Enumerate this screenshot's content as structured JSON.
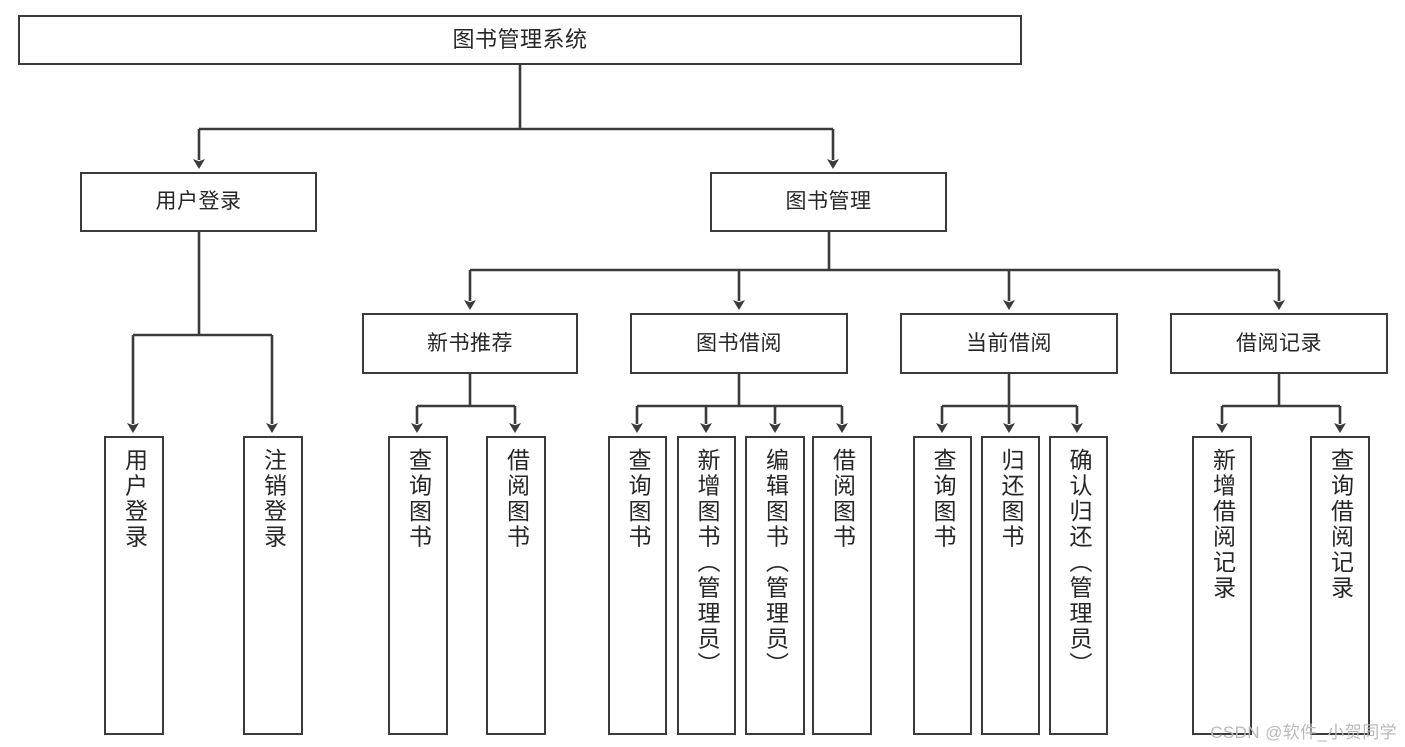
{
  "diagram": {
    "title": "图书管理系统",
    "type": "tree",
    "orientation": "top-down",
    "line_color": "#3b3b3b",
    "box_fill": "#ffffff",
    "text_color": "#262626",
    "levels": [
      {
        "level": 1,
        "nodes": [
          {
            "id": "root",
            "label": "图书管理系统"
          }
        ]
      },
      {
        "level": 2,
        "nodes": [
          {
            "id": "user-login",
            "label": "用户登录",
            "parent": "root"
          },
          {
            "id": "book-mgmt",
            "label": "图书管理",
            "parent": "root"
          }
        ]
      },
      {
        "level": 3,
        "nodes": [
          {
            "id": "new-book-rec",
            "label": "新书推荐",
            "parent": "book-mgmt"
          },
          {
            "id": "book-borrow",
            "label": "图书借阅",
            "parent": "book-mgmt"
          },
          {
            "id": "current-borrow",
            "label": "当前借阅",
            "parent": "book-mgmt"
          },
          {
            "id": "borrow-record",
            "label": "借阅记录",
            "parent": "book-mgmt"
          }
        ]
      },
      {
        "level": 4,
        "nodes": [
          {
            "id": "leaf-user-login",
            "label": "用户登录",
            "parent": "user-login"
          },
          {
            "id": "leaf-user-logout",
            "label": "注销登录",
            "parent": "user-login"
          },
          {
            "id": "leaf-rec-query",
            "label": "查询图书",
            "parent": "new-book-rec"
          },
          {
            "id": "leaf-rec-borrow",
            "label": "借阅图书",
            "parent": "new-book-rec"
          },
          {
            "id": "leaf-borrow-query",
            "label": "查询图书",
            "parent": "book-borrow"
          },
          {
            "id": "leaf-borrow-add",
            "label": "新增图书（管理员）",
            "parent": "book-borrow"
          },
          {
            "id": "leaf-borrow-edit",
            "label": "编辑图书（管理员）",
            "parent": "book-borrow"
          },
          {
            "id": "leaf-borrow-lend",
            "label": "借阅图书",
            "parent": "book-borrow"
          },
          {
            "id": "leaf-cur-query",
            "label": "查询图书",
            "parent": "current-borrow"
          },
          {
            "id": "leaf-cur-return",
            "label": "归还图书",
            "parent": "current-borrow"
          },
          {
            "id": "leaf-cur-confirm",
            "label": "确认归还（管理员）",
            "parent": "current-borrow"
          },
          {
            "id": "leaf-rec-add",
            "label": "新增借阅记录",
            "parent": "borrow-record"
          },
          {
            "id": "leaf-rec-search",
            "label": "查询借阅记录",
            "parent": "borrow-record"
          }
        ]
      }
    ]
  },
  "watermark": {
    "text": "CSDN @软件_小贺同学"
  }
}
